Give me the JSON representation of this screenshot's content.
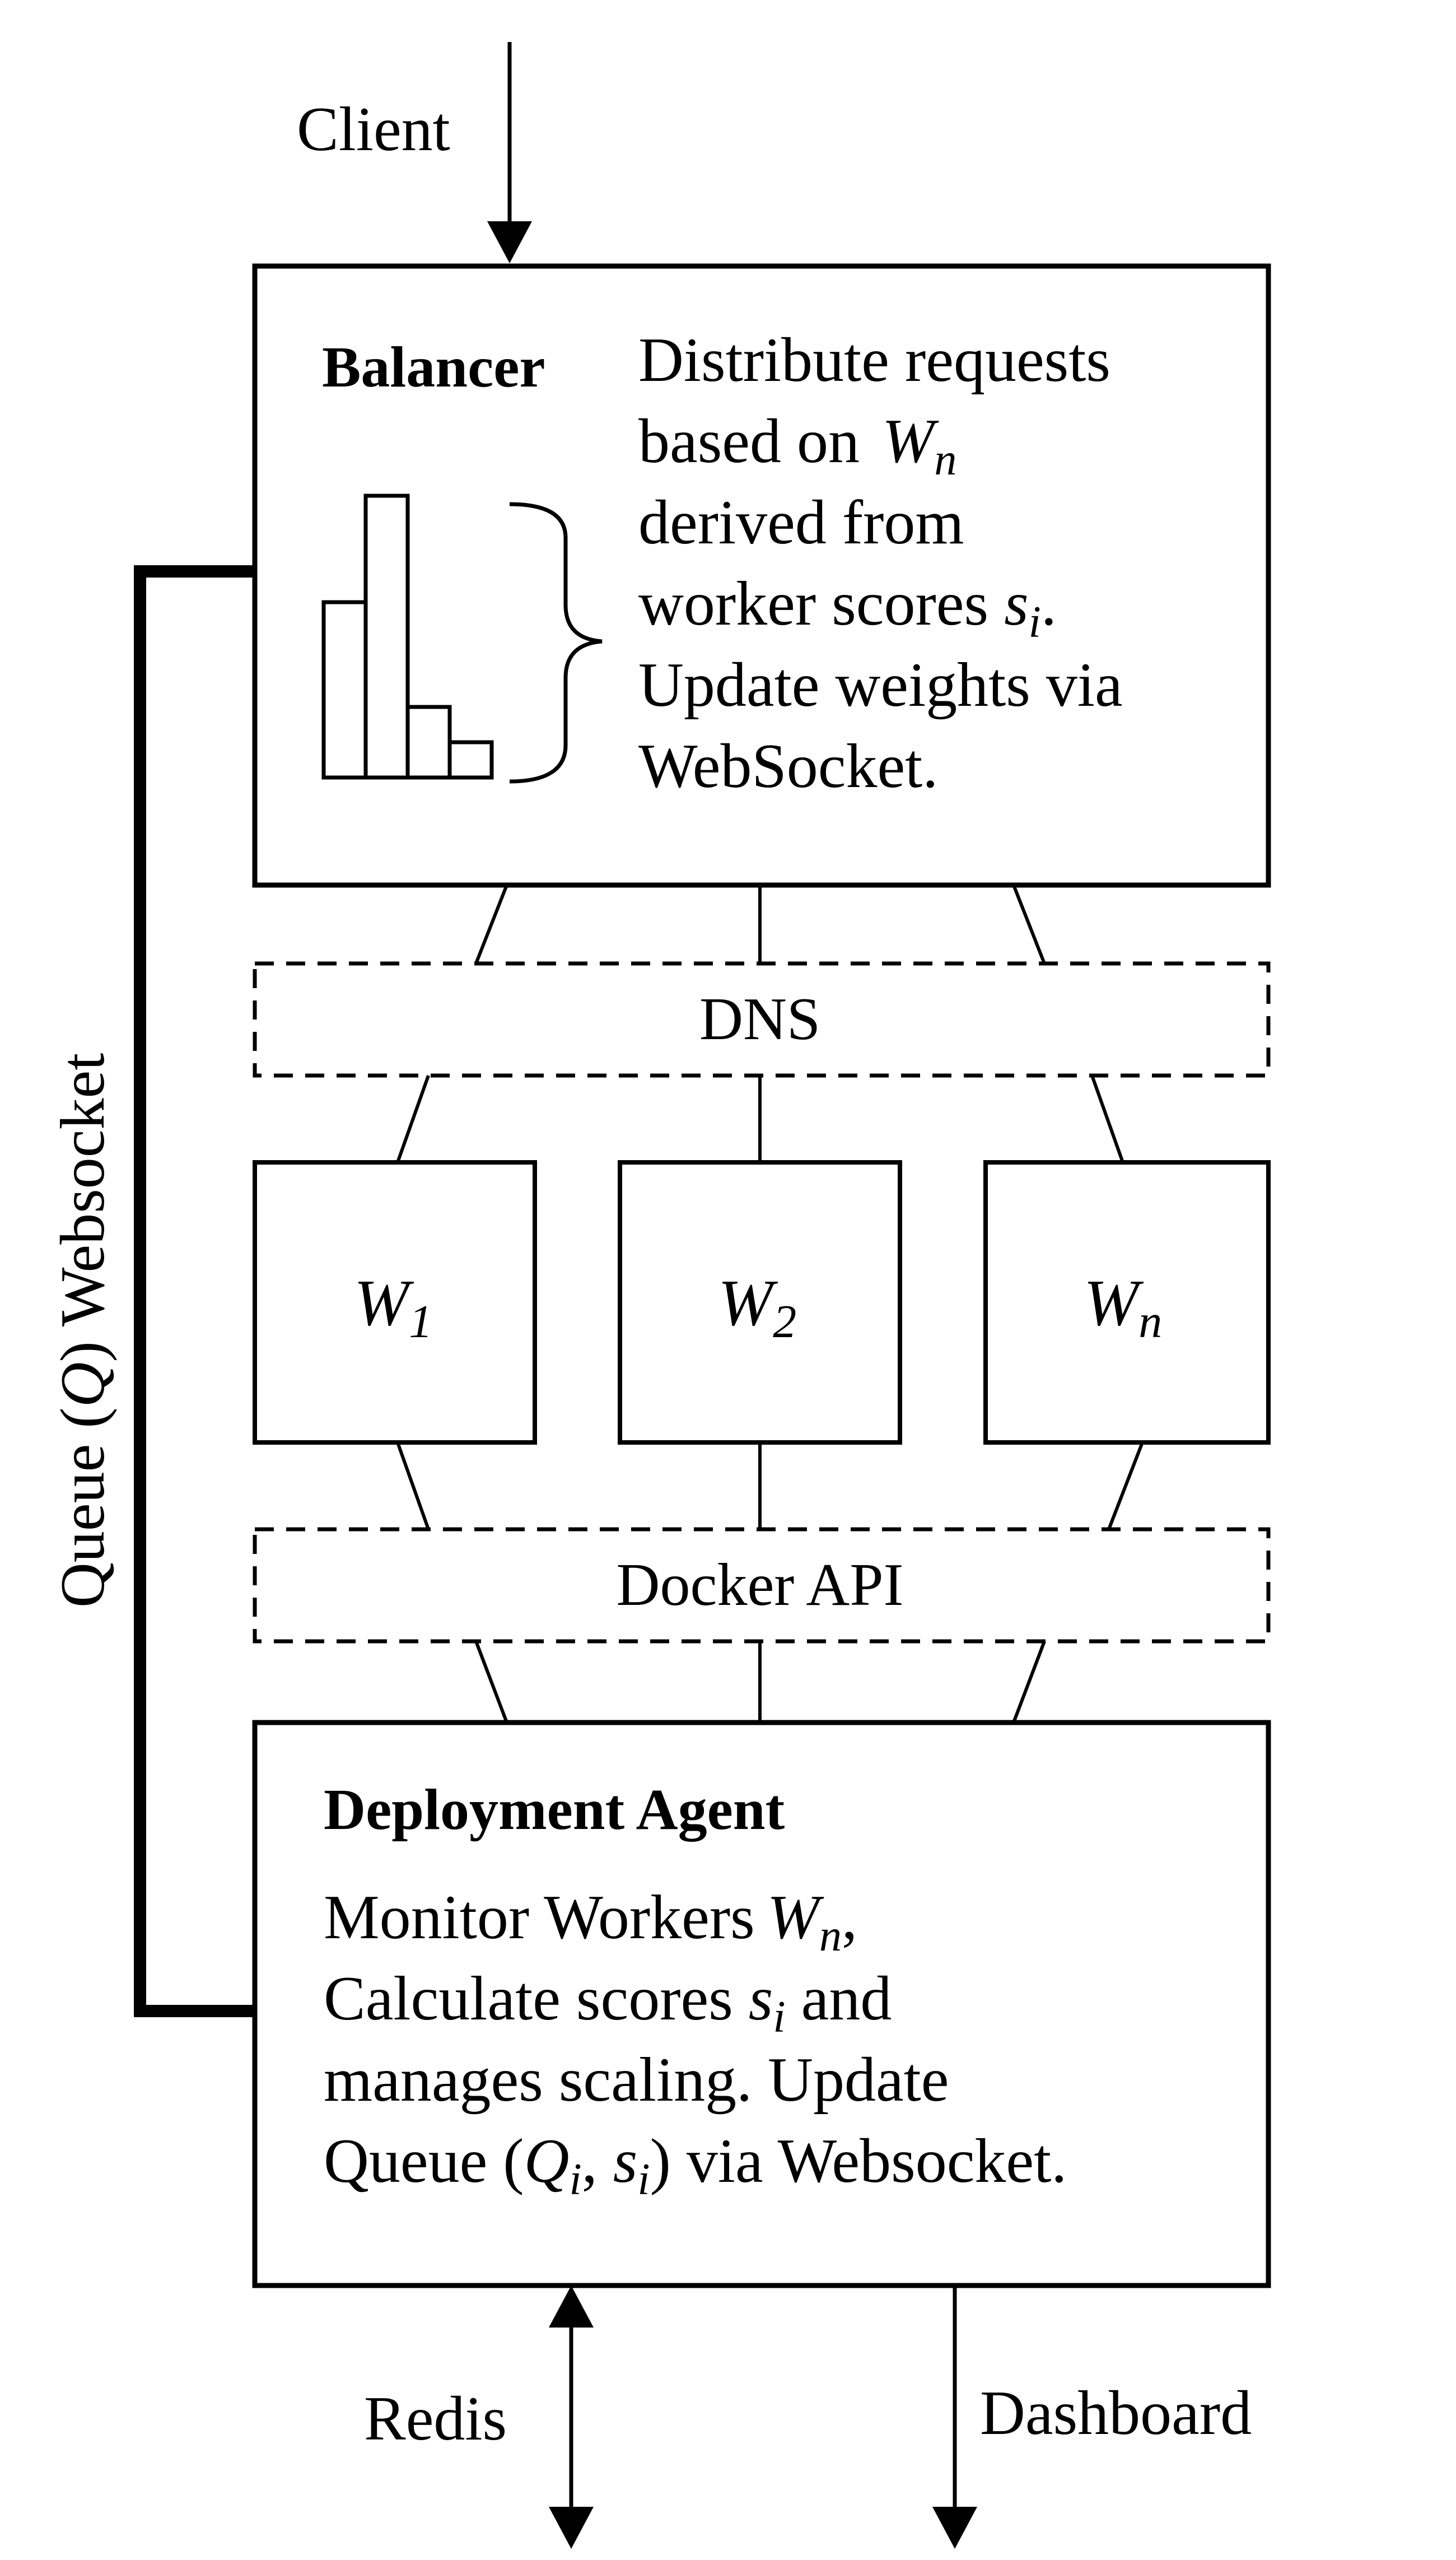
{
  "client_label": "Client",
  "balancer": {
    "title": "Balancer",
    "desc_line1": "Distribute requests",
    "desc_line2_prefix": "based on",
    "desc_line2_var": "W",
    "desc_line2_sub": "n",
    "desc_line3": "derived from",
    "desc_line4_prefix": "worker scores",
    "desc_line4_var": "s",
    "desc_line4_sub": "i",
    "desc_line4_suffix": ".",
    "desc_line5": "Update weights via",
    "desc_line6": "WebSocket."
  },
  "dns_label": "DNS",
  "workers": [
    {
      "var": "W",
      "sub": "1"
    },
    {
      "var": "W",
      "sub": "2"
    },
    {
      "var": "W",
      "sub": "n"
    }
  ],
  "docker_label": "Docker API",
  "agent": {
    "title": "Deployment Agent",
    "line1_prefix": "Monitor Workers",
    "line1_var": "W",
    "line1_sub": "n",
    "line1_suffix": ",",
    "line2_prefix": "Calculate scores",
    "line2_var": "s",
    "line2_sub": "i",
    "line2_suffix": "and",
    "line3": "manages scaling. Update",
    "line4_prefix": "Queue (",
    "line4_var1": "Q",
    "line4_sub1": "i",
    "line4_mid": ", ",
    "line4_var2": "s",
    "line4_sub2": "i",
    "line4_suffix": ") via Websocket."
  },
  "queue_label_prefix": "Queue (",
  "queue_label_var": "Q",
  "queue_label_suffix": ") Websocket",
  "redis_label": "Redis",
  "dashboard_label": "Dashboard"
}
